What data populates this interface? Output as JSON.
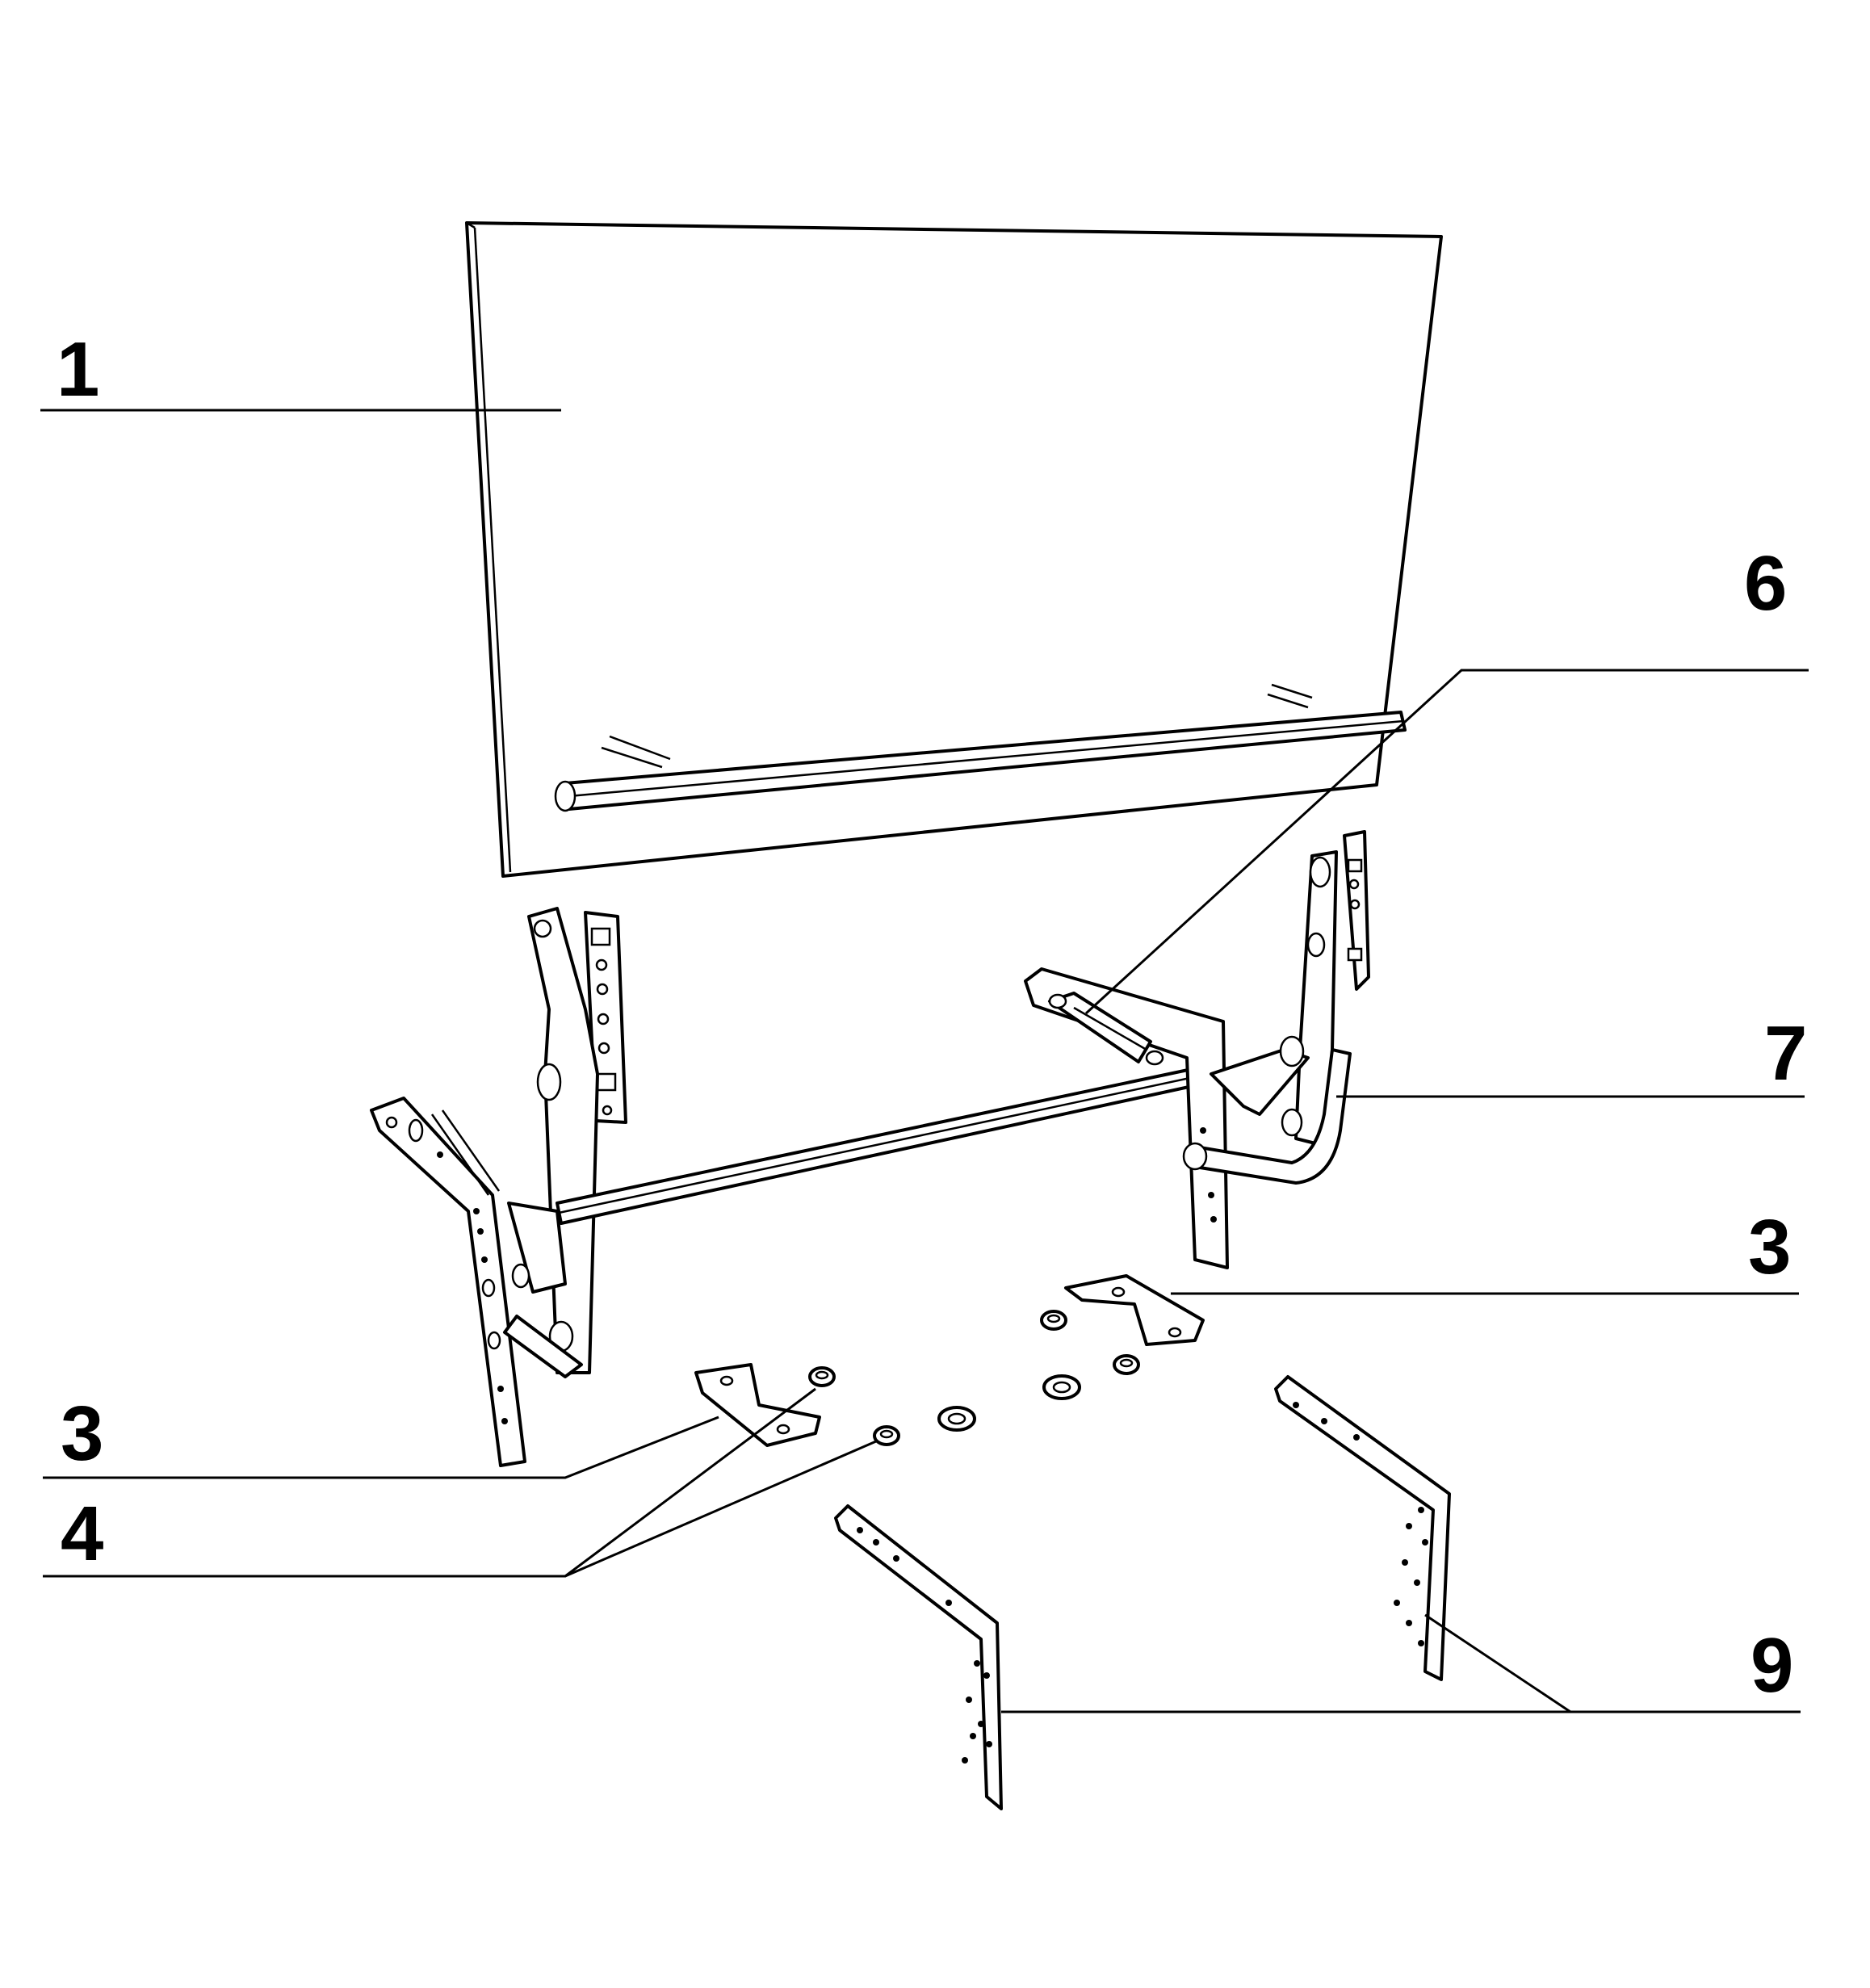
{
  "callouts": {
    "c1": "1",
    "c6": "6",
    "c7": "7",
    "c3a": "3",
    "c3b": "3",
    "c4": "4",
    "c9": "9"
  }
}
